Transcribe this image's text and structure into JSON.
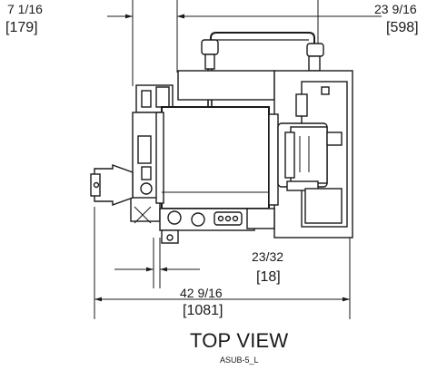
{
  "dimensions": {
    "side_offset": {
      "inches": "7 1/16",
      "mm": "179"
    },
    "overall_depth": {
      "inches": "23 9/16",
      "mm": "598"
    },
    "small_offset": {
      "inches": "23/32",
      "mm": "18"
    },
    "overall_width": {
      "inches": "42 9/16",
      "mm": "1081"
    }
  },
  "caption": {
    "view_title": "TOP VIEW",
    "drawing_code": "ASUB-5_L"
  },
  "colors": {
    "line": "#1a1a1a",
    "background": "#ffffff"
  }
}
